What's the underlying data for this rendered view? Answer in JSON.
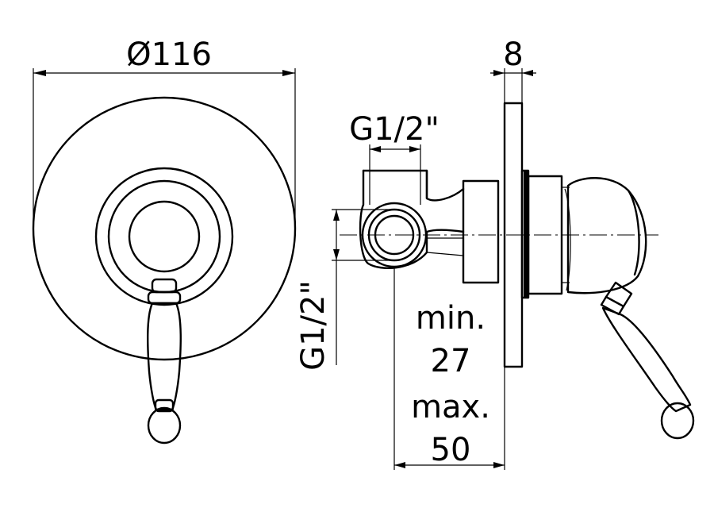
{
  "dimensions": {
    "plate_diameter": "Ø116",
    "plate_thickness": "8",
    "outlet_thread_top": "G1/2\"",
    "outlet_thread_side": "G1/2\"",
    "depth_min_label": "min.",
    "depth_min_value": "27",
    "depth_max_label": "max.",
    "depth_max_value": "50"
  }
}
